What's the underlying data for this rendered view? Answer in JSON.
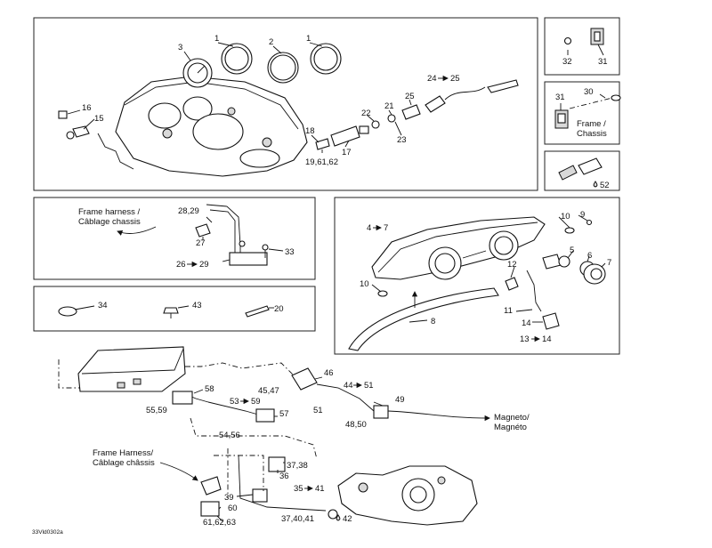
{
  "callouts": {
    "c1a": "1",
    "c1b": "1",
    "c2": "2",
    "c3": "3",
    "c15": "15",
    "c16": "16",
    "c17": "17",
    "c18": "18",
    "c19": "19,61,62",
    "c21": "21",
    "c22": "22",
    "c23": "23",
    "c24": "24",
    "c25": "25",
    "c31a": "31",
    "c32": "32",
    "c31b": "31",
    "c30": "30",
    "c52": "52",
    "c2829": "28,29",
    "c27": "27",
    "c33": "33",
    "c2629": "26",
    "c2629b": "29",
    "c47": "4",
    "c47b": "7",
    "c10a": "10",
    "c9": "9",
    "c10b": "10",
    "c5": "5",
    "c6": "6",
    "c7": "7",
    "c12": "12",
    "c11": "11",
    "c14": "14",
    "c1314": "13",
    "c1314b": "14",
    "c8": "8",
    "c10c": "10",
    "c34": "34",
    "c43": "43",
    "c20": "20",
    "c46": "46",
    "c4547": "45,47",
    "c4451": "44",
    "c4451b": "51",
    "c49": "49",
    "c51": "51",
    "c4850": "48,50",
    "c58": "58",
    "c5559": "55,59",
    "c5359": "53",
    "c5359b": "59",
    "c57": "57",
    "c5456": "54,56",
    "c3738": "37,38",
    "c36": "36",
    "c3541": "35",
    "c3541b": "41",
    "c39": "39",
    "c60": "60",
    "c616263": "61,62,63",
    "c374041": "37,40,41",
    "c42": "42"
  },
  "notes": {
    "frame_chassis_1": "Frame /",
    "frame_chassis_2": "Chassis",
    "frame_harness_1": "Frame harness /",
    "frame_harness_2": "Câblage chassis",
    "magneto_1": "Magneto/",
    "magneto_2": "Magnéto",
    "frame_harness_b1": "Frame Harness/",
    "frame_harness_b2": "Câblage châssis"
  },
  "footer": {
    "code": "33Vld0302a"
  },
  "icons": {
    "arrow": "right-arrow-icon",
    "drop": "grease-drop-icon"
  }
}
